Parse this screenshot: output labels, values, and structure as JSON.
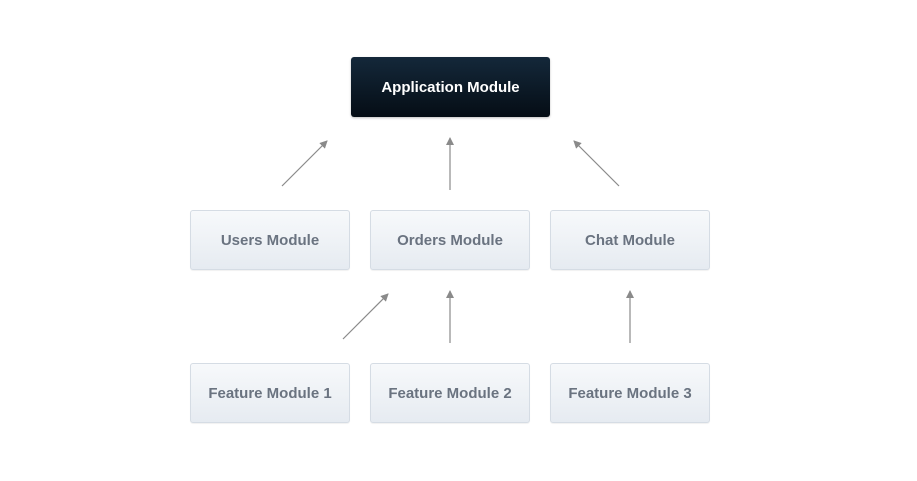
{
  "diagram": {
    "root": {
      "label": "Application Module"
    },
    "modules": [
      {
        "label": "Users Module"
      },
      {
        "label": "Orders Module"
      },
      {
        "label": "Chat Module"
      }
    ],
    "features": [
      {
        "label": "Feature Module 1"
      },
      {
        "label": "Feature Module 2"
      },
      {
        "label": "Feature Module 3"
      }
    ],
    "edges": [
      {
        "from": "Users Module",
        "to": "Application Module"
      },
      {
        "from": "Orders Module",
        "to": "Application Module"
      },
      {
        "from": "Chat Module",
        "to": "Application Module"
      },
      {
        "from": "Feature Module 1",
        "to": "Orders Module"
      },
      {
        "from": "Feature Module 2",
        "to": "Orders Module"
      },
      {
        "from": "Feature Module 3",
        "to": "Chat Module"
      }
    ],
    "colors": {
      "root_background": "#0b1a28",
      "root_text": "#ffffff",
      "module_background": "#eef2f6",
      "module_text": "#6a7380",
      "arrow": "#8a8a8a"
    }
  }
}
